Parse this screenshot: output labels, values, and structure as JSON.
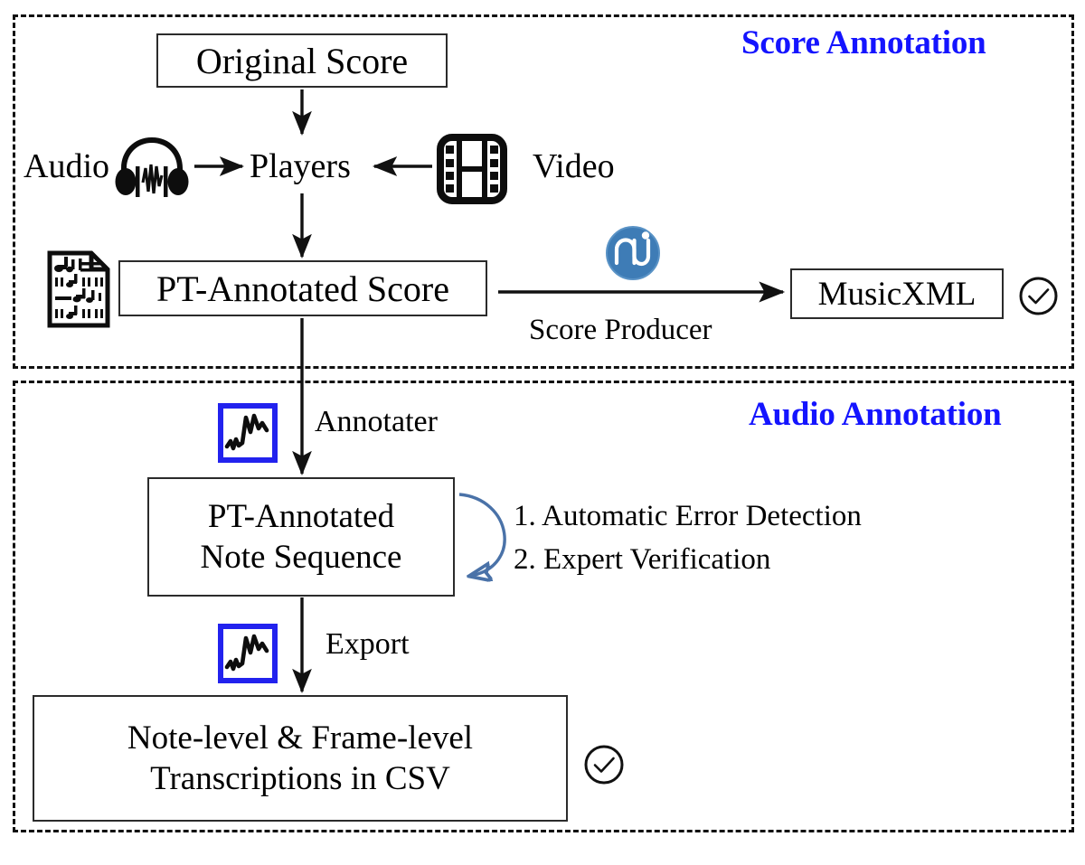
{
  "figure": {
    "title": "Annotation pipeline for score and audio annotation",
    "colors": {
      "panel_title": "#1414FF",
      "box_border": "#2B2B2B",
      "loop_arrow": "#4A72A8",
      "waveform_border": "#2222EE",
      "musescore_blue": "#3E7CB6"
    }
  },
  "panels": [
    {
      "id": "score",
      "title": "Score Annotation"
    },
    {
      "id": "audio",
      "title": "Audio Annotation"
    }
  ],
  "score_panel": {
    "original_score_box": "Original Score",
    "audio_label": "Audio",
    "players_label": "Players",
    "video_label": "Video",
    "pt_annotated_score_box": "PT-Annotated Score",
    "score_producer_label": "Score Producer",
    "musicxml_box": "MusicXML",
    "icons": {
      "headphones": "headphones-waveform-icon",
      "film": "film-strip-icon",
      "sheet_music": "sheet-music-document-icon",
      "musescore": "musescore-logo-icon",
      "check": "check-circle-icon"
    }
  },
  "audio_panel": {
    "annotater_label": "Annotater",
    "note_sequence_box": {
      "line1": "PT-Annotated",
      "line2": "Note Sequence"
    },
    "loop_steps": [
      "1. Automatic Error Detection",
      "2. Expert Verification"
    ],
    "export_label": "Export",
    "csv_box": {
      "line1": "Note-level & Frame-level",
      "line2": "Transcriptions in CSV"
    },
    "icons": {
      "waveform_annotater": "waveform-icon",
      "waveform_export": "waveform-icon",
      "check": "check-circle-icon"
    }
  }
}
